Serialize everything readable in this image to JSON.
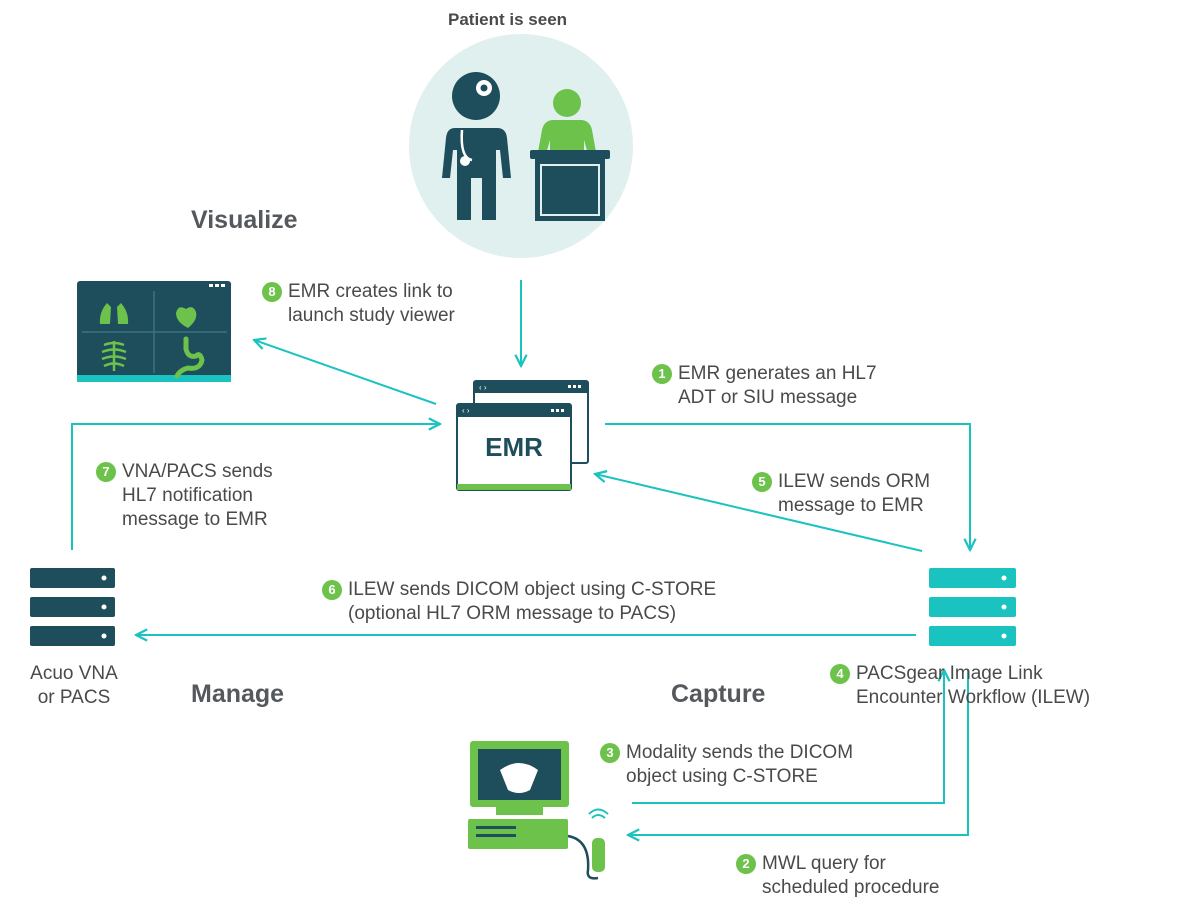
{
  "top_label": "Patient is seen",
  "headings": {
    "visualize": "Visualize",
    "manage": "Manage",
    "capture": "Capture"
  },
  "emr_label": "EMR",
  "vna_label": [
    "Acuo VNA",
    "or PACS"
  ],
  "ilew_label": {
    "number": "4",
    "lines": [
      "PACSgear Image Link",
      "Encounter Workflow (ILEW)"
    ]
  },
  "steps": [
    {
      "number": "1",
      "lines": [
        "EMR generates an HL7",
        "ADT or SIU message"
      ]
    },
    {
      "number": "2",
      "lines": [
        "MWL query for",
        "scheduled procedure"
      ]
    },
    {
      "number": "3",
      "lines": [
        "Modality sends the DICOM",
        "object using C-STORE"
      ]
    },
    {
      "number": "5",
      "lines": [
        "ILEW sends ORM",
        "message to EMR"
      ]
    },
    {
      "number": "6",
      "lines": [
        "ILEW sends DICOM object using C-STORE",
        "(optional HL7 ORM message to PACS)"
      ]
    },
    {
      "number": "7",
      "lines": [
        "VNA/PACS sends",
        "HL7 notification",
        "message to EMR"
      ]
    },
    {
      "number": "8",
      "lines": [
        "EMR creates link to",
        "launch study viewer"
      ]
    }
  ],
  "colors": {
    "teal": "#1bc3c0",
    "navy": "#1e4d5c",
    "green": "#6cc24a",
    "circle_bg": "#dff0ee",
    "arrow": "#1bc3c0"
  }
}
